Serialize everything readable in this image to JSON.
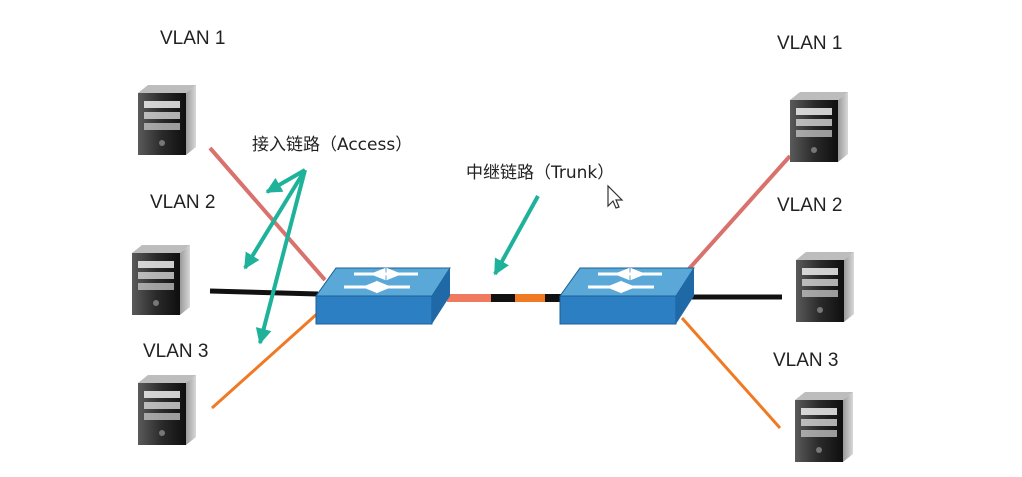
{
  "left_hosts": [
    {
      "vlan_label": "VLAN 1",
      "link_color": "#d9716d"
    },
    {
      "vlan_label": "VLAN 2",
      "link_color": "#111111"
    },
    {
      "vlan_label": "VLAN 3",
      "link_color": "#f07a23"
    }
  ],
  "right_hosts": [
    {
      "vlan_label": "VLAN 1",
      "link_color": "#d9716d"
    },
    {
      "vlan_label": "VLAN 2",
      "link_color": "#111111"
    },
    {
      "vlan_label": "VLAN 3",
      "link_color": "#f07a23"
    }
  ],
  "annotations": {
    "access_link": "接入链路（Access）",
    "trunk_link": "中继链路（Trunk）"
  },
  "colors": {
    "switch_top": "#5aa8d8",
    "switch_front": "#2b7fc2",
    "arrow": "#1fb29a",
    "trunk_segments": [
      "#f07a60",
      "#111111",
      "#f07a23",
      "#111111"
    ]
  },
  "icons": {
    "host": "server-tower-icon",
    "switch": "network-switch-icon",
    "cursor": "mouse-pointer-icon"
  }
}
